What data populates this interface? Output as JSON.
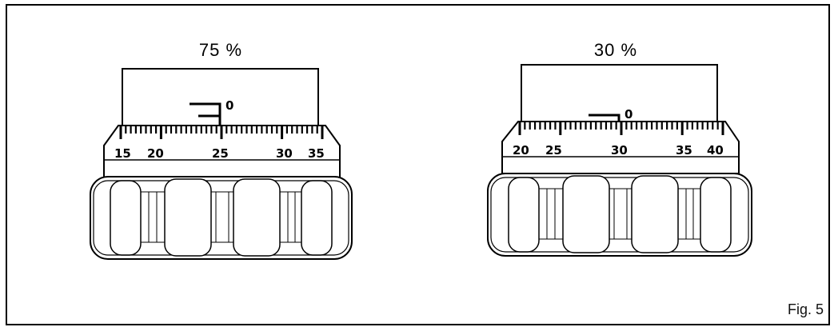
{
  "figure": {
    "label": "Fig. 5"
  },
  "dials": [
    {
      "percent_label": "75 %",
      "zero_mark": "0",
      "scale_labels": [
        "15",
        "20",
        "25",
        "30",
        "35"
      ]
    },
    {
      "percent_label": "30 %",
      "zero_mark": "0",
      "scale_labels": [
        "20",
        "25",
        "30",
        "35",
        "40"
      ]
    }
  ]
}
